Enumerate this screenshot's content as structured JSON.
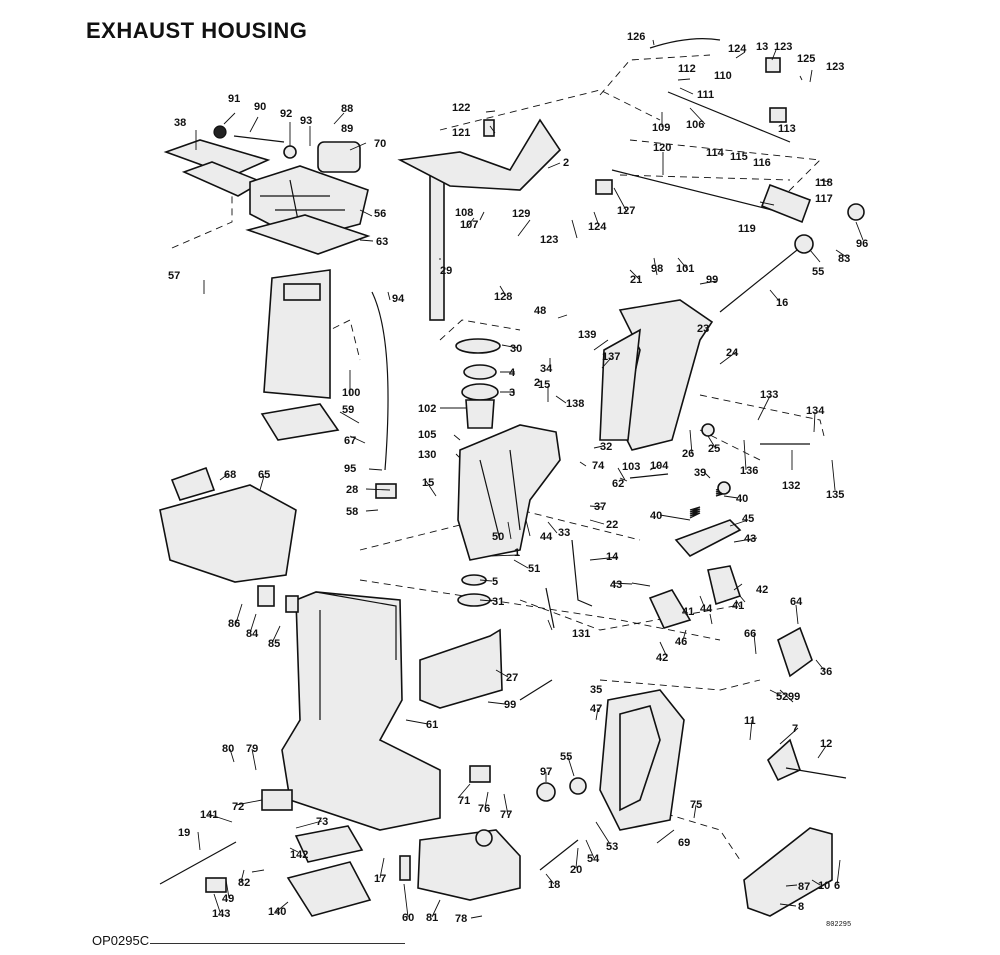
{
  "header": {
    "title": "EXHAUST HOUSING"
  },
  "footer": {
    "code": "OP0295C",
    "stamp": "802295"
  },
  "callouts": [
    "126",
    "124",
    "13",
    "123",
    "125",
    "123",
    "112",
    "110",
    "111",
    "109",
    "106",
    "113",
    "122",
    "121",
    "91",
    "90",
    "92",
    "93",
    "88",
    "89",
    "70",
    "2",
    "38",
    "56",
    "63",
    "107",
    "108",
    "129",
    "123",
    "124",
    "127",
    "120",
    "114",
    "115",
    "116",
    "118",
    "117",
    "119",
    "96",
    "83",
    "55",
    "16",
    "128",
    "98",
    "101",
    "21",
    "99",
    "23",
    "57",
    "94",
    "29",
    "30",
    "4",
    "3",
    "48",
    "139",
    "34",
    "137",
    "24",
    "138",
    "15",
    "2",
    "102",
    "133",
    "134",
    "132",
    "135",
    "136",
    "26",
    "25",
    "105",
    "130",
    "32",
    "74",
    "62",
    "103",
    "104",
    "100",
    "59",
    "67",
    "95",
    "28",
    "58",
    "68",
    "65",
    "15",
    "39",
    "40",
    "40",
    "37",
    "22",
    "45",
    "44",
    "33",
    "50",
    "1",
    "14",
    "43",
    "5",
    "51",
    "31",
    "43",
    "42",
    "41",
    "44",
    "46",
    "41",
    "42",
    "86",
    "84",
    "85",
    "131",
    "64",
    "66",
    "36",
    "52",
    "99",
    "35",
    "47",
    "27",
    "99",
    "61",
    "11",
    "7",
    "12",
    "80",
    "79",
    "97",
    "55",
    "71",
    "76",
    "77",
    "72",
    "141",
    "73",
    "75",
    "142",
    "69",
    "53",
    "54",
    "20",
    "18",
    "19",
    "17",
    "82",
    "49",
    "143",
    "140",
    "60",
    "81",
    "78",
    "87",
    "10",
    "6",
    "8",
    "11"
  ]
}
